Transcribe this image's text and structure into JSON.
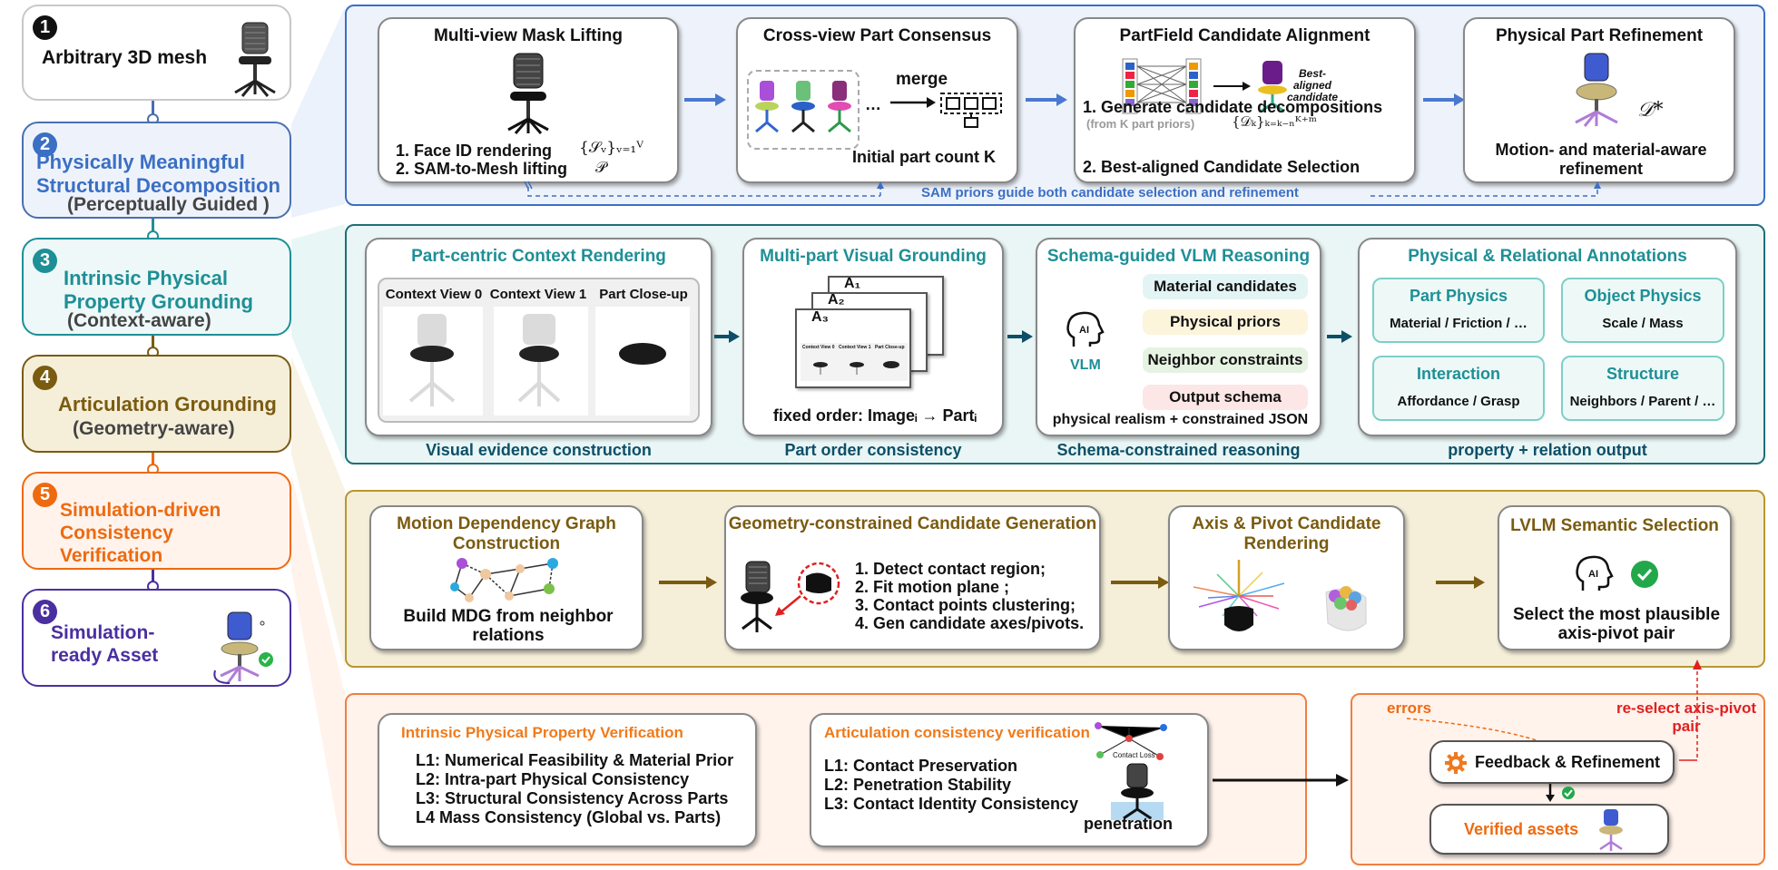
{
  "stages": [
    {
      "num": "1",
      "title": "Arbitrary 3D mesh",
      "subtitle": ""
    },
    {
      "num": "2",
      "title": "Physically Meaningful Structural Decomposition",
      "subtitle": "(Perceptually Guided )"
    },
    {
      "num": "3",
      "title": "Intrinsic Physical Property Grounding",
      "subtitle": "(Context-aware)"
    },
    {
      "num": "4",
      "title": "Articulation Grounding",
      "subtitle": "(Geometry-aware)"
    },
    {
      "num": "5",
      "title": "Simulation-driven Consistency Verification",
      "subtitle": ""
    },
    {
      "num": "6",
      "title": "Simulation-ready Asset",
      "subtitle": ""
    }
  ],
  "row1": {
    "card1": {
      "title": "Multi-view Mask Lifting",
      "step1": "1.  Face ID rendering",
      "step1_math": "{𝒮ᵥ}ᵥ₌₁ⱽ",
      "step2": "2.  SAM-to-Mesh lifting",
      "step2_math": "𝒫"
    },
    "card2": {
      "title": "Cross-view Part Consensus",
      "merge": "merge",
      "ellipsis": "…",
      "count": "Initial part count K"
    },
    "card3": {
      "title": "PartField Candidate Alignment",
      "best": "Best-aligned candidate",
      "step1": "1. Generate candidate decompositions",
      "prior": "(from K part priors)",
      "math": "{𝒟ₖ}ₖ₌ₖ₋ₙᴷ⁺ᵐ",
      "step2": "2. Best-aligned Candidate Selection"
    },
    "card4": {
      "title": "Physical Part Refinement",
      "math": "𝒟*",
      "desc": "Motion- and material-aware refinement"
    },
    "sam_note": "SAM priors guide both candidate selection and refinement"
  },
  "row2": {
    "card1": {
      "title": "Part-centric Context Rendering",
      "views": [
        "Context View 0",
        "Context View 1",
        "Part Close-up"
      ],
      "caption": "Visual evidence construction"
    },
    "card2": {
      "title": "Multi-part Visual Grounding",
      "stack": [
        "A₁",
        "A₂",
        "A₃"
      ],
      "mini": [
        "Context View 0",
        "Context View 1",
        "Part Close-up"
      ],
      "order": "fixed order: Imageᵢ → Partᵢ",
      "caption": "Part order consistency"
    },
    "card3": {
      "title": "Schema-guided VLM Reasoning",
      "vlm": "VLM",
      "ai": "AI",
      "items": [
        "Material candidates",
        "Physical priors",
        "Neighbor constraints",
        "Output schema"
      ],
      "footer": "physical realism + constrained JSON",
      "caption": "Schema-constrained reasoning"
    },
    "card4": {
      "title": "Physical & Relational Annotations",
      "boxes": [
        {
          "head": "Part Physics",
          "body": "Material / Friction / …"
        },
        {
          "head": "Object Physics",
          "body": "Scale / Mass"
        },
        {
          "head": "Interaction",
          "body": "Affordance / Grasp"
        },
        {
          "head": "Structure",
          "body": "Neighbors / Parent / …"
        }
      ],
      "caption": "property + relation output"
    }
  },
  "row3": {
    "card1": {
      "title": "Motion Dependency Graph Construction",
      "desc": "Build MDG from neighbor relations"
    },
    "card2": {
      "title": "Geometry-constrained Candidate Generation",
      "steps": [
        "1. Detect contact region;",
        "2. Fit motion plane ;",
        "3. Contact points clustering;",
        "4. Gen candidate axes/pivots."
      ]
    },
    "card3": {
      "title": "Axis & Pivot Candidate Rendering"
    },
    "card4": {
      "title": "LVLM Semantic Selection",
      "ai": "AI",
      "desc": "Select the most plausible axis-pivot pair"
    }
  },
  "row4": {
    "card1": {
      "title": "Intrinsic Physical Property Verification",
      "lines": [
        "L1: Numerical Feasibility & Material Prior",
        "L2: Intra-part Physical Consistency",
        "L3: Structural Consistency Across Parts",
        "L4 Mass Consistency (Global vs. Parts)"
      ]
    },
    "card2": {
      "title": "Articulation consistency verification",
      "lines": [
        "L1: Contact Preservation",
        "L2: Penetration Stability",
        "L3: Contact Identity Consistency"
      ],
      "contact_loss": "Contact Loss",
      "penetration": "penetration"
    },
    "feedback": {
      "errors": "errors",
      "reselect": "re-select axis-pivot pair",
      "feedback": "Feedback & Refinement",
      "verified": "Verified assets"
    }
  },
  "colors": {
    "blue": "#3b6fc4",
    "teal": "#1e8f96",
    "gold": "#7a5b10",
    "orange": "#ee6a10",
    "purple": "#4a2fa0",
    "navy": "#0d4f68"
  }
}
